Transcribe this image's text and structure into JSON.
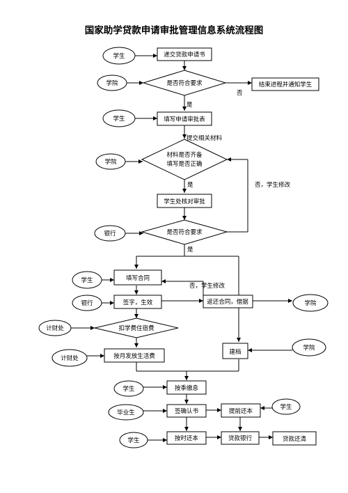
{
  "title": "国家助学贷款申请审批管理信息系统流程图",
  "nodes": {
    "submit_application": "递交贷款申请书",
    "decision_requirements_1": "是否符合要求",
    "end_notify_student": "结束进程并通知学生",
    "fill_approval_form": "填写申请审批表",
    "decision_materials_line1": "材料是否齐备",
    "decision_materials_line2": "填写是否正确",
    "student_office_review": "学生处核对审批",
    "decision_requirements_2": "是否符合要求",
    "fill_contract": "填写合同",
    "sign_effective": "签字，生效",
    "return_contract": "返还合同，借据",
    "decision_deduct_fees": "扣学费住宿费",
    "monthly_living_allowance": "按月发放生活费",
    "archive": "建档",
    "quarterly_interest": "按季缴息",
    "sign_confirmation": "签确认书",
    "early_repayment": "提前还本",
    "scheduled_repayment": "按时还本",
    "loan_bank": "贷款银行",
    "loan_paid_off": "贷款还清"
  },
  "actors": {
    "student_1": "学生",
    "college_1": "学院",
    "student_2": "学生",
    "college_2": "学院",
    "bank_1": "银行",
    "student_3": "学生",
    "bank_2": "银行",
    "college_3": "学院",
    "finance_1": "计财处",
    "finance_2": "计财处",
    "college_4": "学院",
    "student_4": "学生",
    "graduate": "毕业生",
    "student_5": "学生",
    "student_6": "学生"
  },
  "edge_labels": {
    "no_1": "否",
    "yes_1": "是",
    "submit_materials": "提交相关材料",
    "yes_2": "是",
    "no_student_revise_1": "否，学生修改",
    "yes_3": "是",
    "no_student_revise_2": "否，学生修改"
  }
}
